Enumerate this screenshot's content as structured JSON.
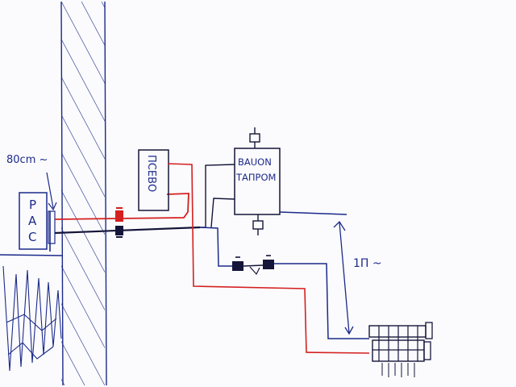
{
  "labels": {
    "pac": "PAC",
    "pac_dimension": "80cm ~",
    "pacbo": "ПСЕВО",
    "boiler_line1": "BAUON",
    "boiler_line2": "ТАПРОМ",
    "distance": "1П ~"
  },
  "colors": {
    "ink_blue": "#1b2a8a",
    "ink_red": "#d42020",
    "ink_dark": "#15153a",
    "paper": "#fbfbfd"
  }
}
